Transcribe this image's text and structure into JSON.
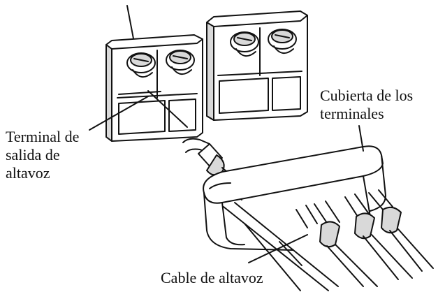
{
  "labels": {
    "terminal_lines": [
      "Terminal de",
      "salida de",
      "altavoz"
    ],
    "cover_lines": [
      "Cubierta de los",
      "terminales"
    ],
    "cable": "Cable de altavoz"
  },
  "colors": {
    "line": "#111111",
    "background": "#ffffff",
    "shade": "#d9d9d9"
  }
}
